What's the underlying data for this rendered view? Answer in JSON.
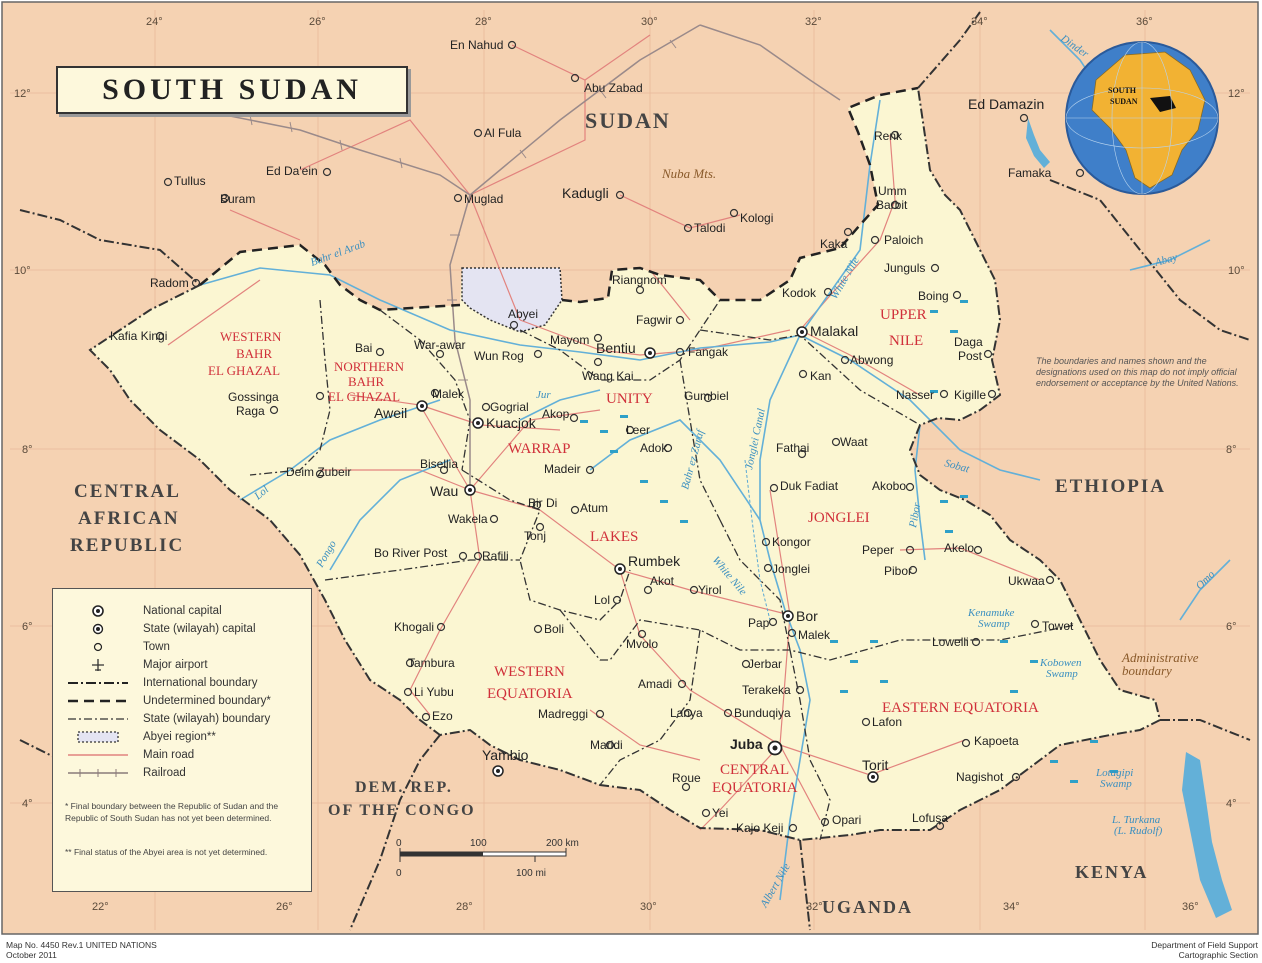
{
  "title": "SOUTH SUDAN",
  "graticule": {
    "top": [
      "24°",
      "26°",
      "28°",
      "30°",
      "32°",
      "34°",
      "36°"
    ],
    "bottom": [
      "22°",
      "26°",
      "28°",
      "30°",
      "32°",
      "34°",
      "36°"
    ],
    "left": [
      "12°",
      "10°",
      "8°",
      "6°",
      "4°"
    ],
    "right": [
      "12°",
      "10°",
      "8°",
      "6°",
      "4°"
    ]
  },
  "countries": {
    "sudan": "SUDAN",
    "ethiopia": "ETHIOPIA",
    "car_1": "CENTRAL",
    "car_2": "AFRICAN",
    "car_3": "REPUBLIC",
    "drc_1": "DEM. REP.",
    "drc_2": "OF THE CONGO",
    "uganda": "UGANDA",
    "kenya": "KENYA"
  },
  "states": {
    "wbg_1": "WESTERN",
    "wbg_2": "BAHR",
    "wbg_3": "EL GHAZAL",
    "nbg_1": "NORTHERN",
    "nbg_2": "BAHR",
    "nbg_3": "EL GHAZAL",
    "warrap": "WARRAP",
    "unity": "UNITY",
    "un_1": "UPPER",
    "un_2": "NILE",
    "lakes": "LAKES",
    "jonglei": "JONGLEI",
    "we_1": "WESTERN",
    "we_2": "EQUATORIA",
    "ce_1": "CENTRAL",
    "ce_2": "EQUATORIA",
    "ee": "EASTERN EQUATORIA"
  },
  "cities": {
    "en_nahud": "En Nahud",
    "abu_zabad": "Abu Zabad",
    "al_fula": "Al Fula",
    "ed_daein": "Ed Da'ein",
    "tullus": "Tullus",
    "buram": "Buram",
    "muglad": "Muglad",
    "kadugli": "Kadugli",
    "talodi": "Talodi",
    "kologi": "Kologi",
    "radom": "Radom",
    "kafia_kingi": "Kafia Kingi",
    "ed_damazin": "Ed Damazin",
    "famaka": "Famaka",
    "renk": "Renk",
    "umm_barbit_1": "Umm",
    "umm_barbit_2": "Barbit",
    "kaka": "Kaka",
    "paloich": "Paloich",
    "junguls": "Junguls",
    "boing": "Boing",
    "kodok": "Kodok",
    "malakal": "Malakal",
    "abwong": "Abwong",
    "daga_post_1": "Daga",
    "daga_post_2": "Post",
    "kan": "Kan",
    "nasser": "Nasser",
    "kigille": "Kigille",
    "riangnom": "Riangnom",
    "abyei": "Abyei",
    "fagwir": "Fagwir",
    "mayom": "Mayom",
    "bentiu": "Bentiu",
    "fangak": "Fangak",
    "bai": "Bai",
    "war_awar": "War-awar",
    "wun_rog": "Wun Rog",
    "wang_kai": "Wang Kai",
    "gossinga": "Gossinga",
    "raga": "Raga",
    "malek_n": "Malek",
    "aweil": "Aweil",
    "gogrial": "Gogrial",
    "kuacjok": "Kuacjok",
    "akop": "Akop",
    "gumbiel": "Gumbiel",
    "leer": "Leer",
    "adok": "Adok",
    "fathai": "Fathai",
    "waat": "Waat",
    "deim_zubeir": "Deim Zubeir",
    "bisellia": "Bisellia",
    "madeir": "Madeir",
    "wau": "Wau",
    "duk_fadiat": "Duk Fadiat",
    "akobo": "Akobo",
    "bir_di": "Bir Di",
    "atum": "Atum",
    "wakela": "Wakela",
    "tonj": "Tonj",
    "kongor": "Kongor",
    "peper": "Peper",
    "akelo": "Akelo",
    "bo_river_post": "Bo River Post",
    "rafili": "Rafili",
    "rumbek": "Rumbek",
    "jonglei_t": "Jonglei",
    "pibor": "Pibor",
    "ukwaa": "Ukwaa",
    "akot": "Akot",
    "lol": "Lol",
    "yirol": "Yirol",
    "bor": "Bor",
    "khogali": "Khogali",
    "boli": "Boli",
    "pap": "Pap",
    "malek_s": "Malek",
    "mvolo": "Mvolo",
    "lowelli": "Lowelli",
    "towot": "Towot",
    "tambura": "Tambura",
    "jerbar": "Jerbar",
    "li_yubu": "Li Yubu",
    "amadi": "Amadi",
    "terakeka": "Terakeka",
    "ezo": "Ezo",
    "madreggi": "Madreggi",
    "lanya": "Lanya",
    "bunduqiya": "Bunduqiya",
    "lafon": "Lafon",
    "maridi": "Maridi",
    "juba": "Juba",
    "kapoeta": "Kapoeta",
    "yambio": "Yambio",
    "roue": "Roue",
    "torit": "Torit",
    "nagishot": "Nagishot",
    "yei": "Yei",
    "kajo_keji": "Kajo Keji",
    "opari": "Opari",
    "lofusa": "Lofusa"
  },
  "physical": {
    "nuba_mts": "Nuba Mts.",
    "bahr_el_arab": "Bahr el Arab",
    "jur": "Jur",
    "lol": "Lol",
    "pongo": "Pongo",
    "bahr_el_zaraf": "Bahr ez Zaraf",
    "jonglei_canal": "Jonglei Canal",
    "white_nile": "White Nile",
    "white_nile_n": "White Nile",
    "sobat": "Sobat",
    "pibor": "Pibor",
    "dinder": "Dinder",
    "abay": "Abay",
    "omo": "Omo",
    "albert_nile": "Albert Nile",
    "kenamuke_1": "Kenamuke",
    "kenamuke_2": "Swamp",
    "kobowen_1": "Kobowen",
    "kobowen_2": "Swamp",
    "lotagipi_1": "Lotagipi",
    "lotagipi_2": "Swamp",
    "turkana_1": "L. Turkana",
    "turkana_2": "(L. Rudolf)",
    "admin_1": "Administrative",
    "admin_2": "boundary"
  },
  "globe": {
    "label_1": "SOUTH",
    "label_2": "SUDAN"
  },
  "legend": {
    "items": [
      {
        "label": "National capital",
        "symbol": "national-capital"
      },
      {
        "label": "State (wilayah) capital",
        "symbol": "state-capital"
      },
      {
        "label": "Town",
        "symbol": "town"
      },
      {
        "label": "Major airport",
        "symbol": "airport"
      },
      {
        "label": "International boundary",
        "symbol": "intl-boundary"
      },
      {
        "label": "Undetermined boundary*",
        "symbol": "undetermined-boundary"
      },
      {
        "label": "State (wilayah) boundary",
        "symbol": "state-boundary"
      },
      {
        "label": "Abyei region**",
        "symbol": "abyei-region"
      },
      {
        "label": "Main road",
        "symbol": "main-road"
      },
      {
        "label": "Railroad",
        "symbol": "railroad"
      }
    ],
    "note_1": "* Final boundary between the Republic of Sudan and the Republic of South Sudan has not yet been determined.",
    "note_2": "** Final status of the Abyei area is not yet determined."
  },
  "scale": {
    "km_0": "0",
    "km_100": "100",
    "km_200": "200 km",
    "mi_0": "0",
    "mi_100": "100 mi"
  },
  "disclaimer": "The boundaries and names shown and the designations used on this map do not imply official endorsement or acceptance by the United Nations.",
  "footer": {
    "left_1": "Map No. 4450 Rev.1   UNITED NATIONS",
    "left_2": "October 2011",
    "right_1": "Department of Field Support",
    "right_2": "Cartographic Section"
  },
  "colors": {
    "south_sudan": "#fbf6d2",
    "neighbors": "#f5d2b2",
    "water": "#63b0d8",
    "road": "#e2837e",
    "state_label": "#d0303a",
    "ocean": "#3f7fc9",
    "africa": "#f2b233"
  }
}
